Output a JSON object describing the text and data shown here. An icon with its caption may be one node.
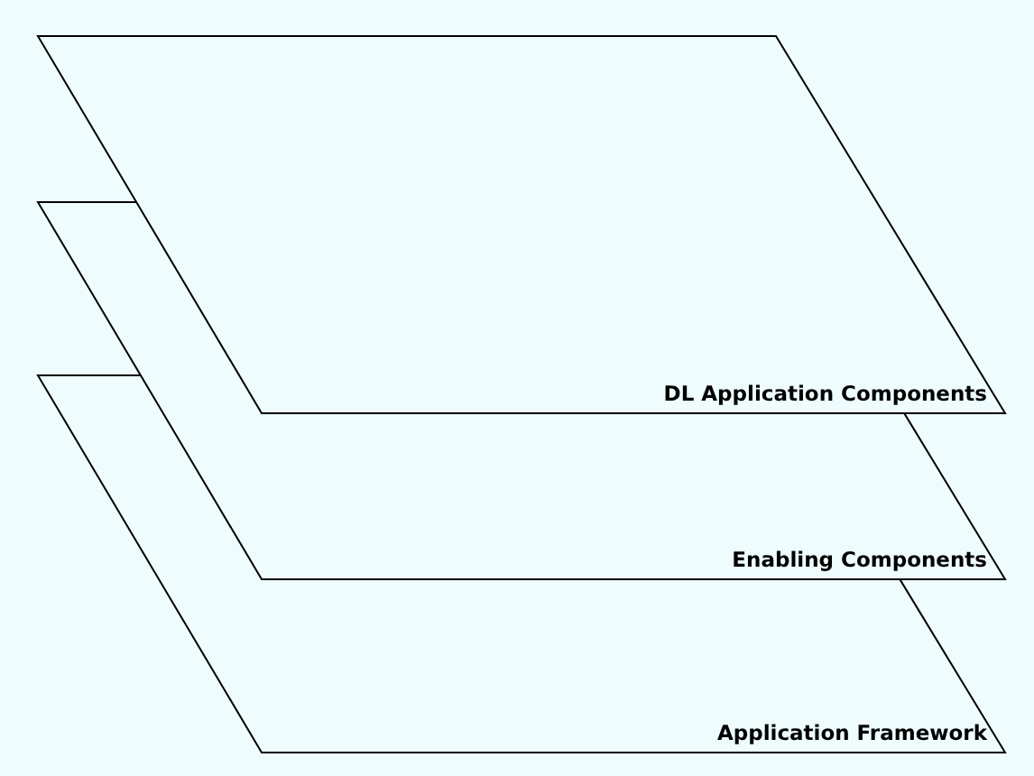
{
  "diagram": {
    "nodes": [
      {
        "text": [
          "DL Application Components"
        ]
      },
      {
        "text": [
          "Enabling Components"
        ]
      },
      {
        "text": [
          "Application Framework"
        ]
      }
    ]
  }
}
